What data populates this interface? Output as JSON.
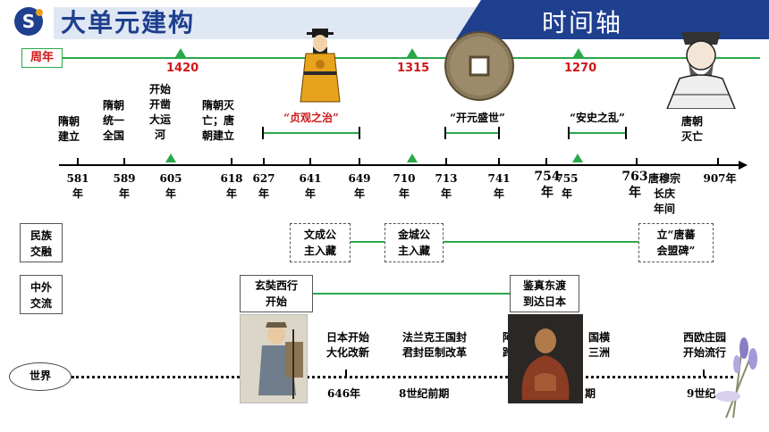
{
  "header": {
    "title": "大单元建构",
    "section": "时间轴"
  },
  "anniversary": {
    "label": "周年",
    "marks": [
      "1420",
      "1315",
      "1270"
    ]
  },
  "events_top": [
    {
      "text": "隋朝\n建立"
    },
    {
      "text": "隋朝\n统一\n全国"
    },
    {
      "text": "开始\n开凿\n大运\n河"
    },
    {
      "text": "隋朝灭\n亡；唐\n朝建立"
    },
    {
      "text": "唐朝\n灭亡"
    }
  ],
  "periods": [
    {
      "label": "“贞观之治”"
    },
    {
      "label": "“开元盛世”"
    },
    {
      "label": "“安史之乱”"
    }
  ],
  "years": [
    "581\n年",
    "589\n年",
    "605\n年",
    "618\n年",
    "627\n年",
    "641\n年",
    "649\n年",
    "710\n年",
    "713\n年",
    "741\n年",
    "754",
    "755\n年",
    "763",
    "唐穆宗\n长庆\n年间",
    "907年"
  ],
  "year_suffix_big": [
    "年",
    "年"
  ],
  "rows": {
    "ethnic": {
      "label": "民族\n交融",
      "events": [
        "文成公\n主入藏",
        "金城公\n主入藏",
        "立“唐蕃\n会盟碑”"
      ]
    },
    "foreign": {
      "label": "中外\n交流",
      "events": [
        "玄奘西行\n开始",
        "鉴真东渡\n到达日本"
      ]
    }
  },
  "world": {
    "label": "世界",
    "events": [
      {
        "text": "日本开始\n大化改新",
        "year": "646年"
      },
      {
        "text": "法兰克王国封\n君封臣制改革",
        "year": "8世纪前期"
      },
      {
        "text": "阿\n跨",
        "year": ""
      },
      {
        "text": "国横\n三洲",
        "year": "期"
      },
      {
        "text": "西欧庄园\n开始流行",
        "year": "9世纪"
      }
    ]
  },
  "colors": {
    "brand_blue": "#1f3f8f",
    "line_green": "#2aa84a",
    "accent_red": "#d01818"
  }
}
